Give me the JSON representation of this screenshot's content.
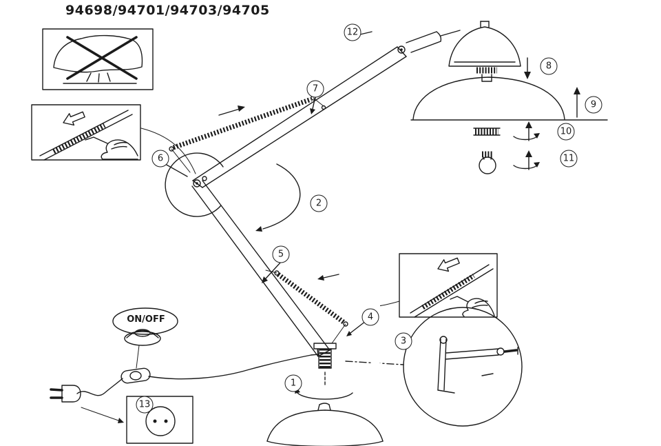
{
  "page": {
    "title": "94698/94701/94703/94705"
  },
  "labels": {
    "on_off": "ON/OFF"
  },
  "colors": {
    "ink": "#1b1b1b",
    "background": "#ffffff"
  },
  "callouts": [
    {
      "label": "1"
    },
    {
      "label": "2"
    },
    {
      "label": "3"
    },
    {
      "label": "4"
    },
    {
      "label": "5"
    },
    {
      "label": "6"
    },
    {
      "label": "7"
    },
    {
      "label": "8"
    },
    {
      "label": "9"
    },
    {
      "label": "10"
    },
    {
      "label": "11"
    },
    {
      "label": "12"
    },
    {
      "label": "13"
    }
  ]
}
